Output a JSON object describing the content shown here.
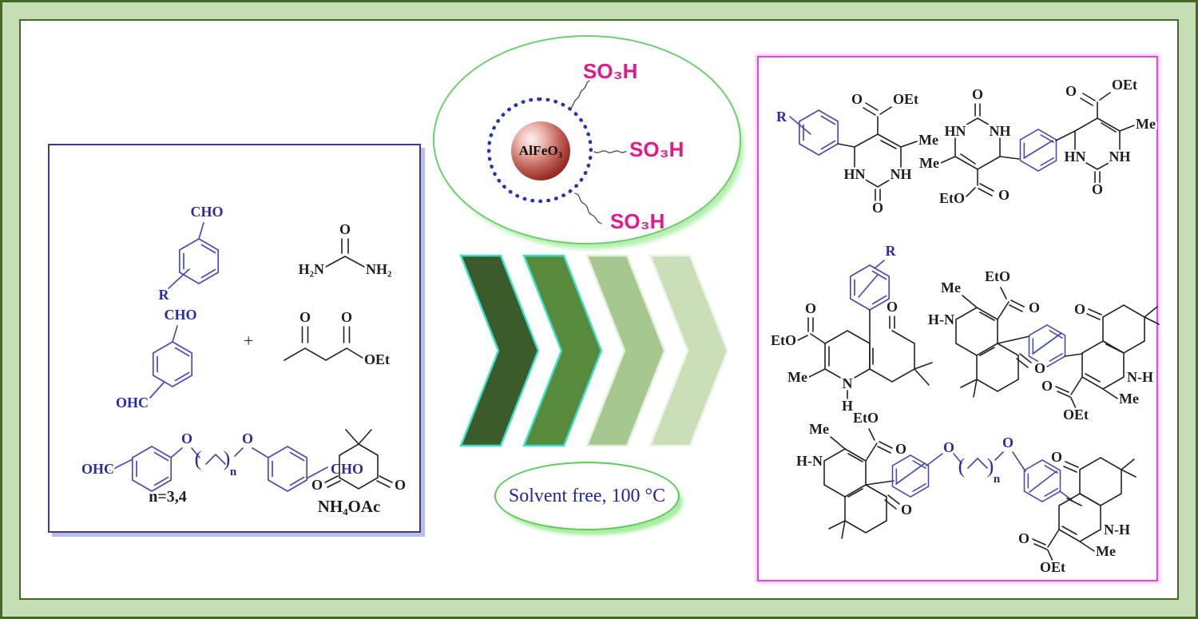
{
  "palette": {
    "frame_border": "#44682a",
    "frame_mat": "#c6deb4",
    "reactant_box_border": "#3c3c7e",
    "reactant_box_shadow": "#b9bdee",
    "product_box_border": "#cf52ce",
    "product_box_glow": "#f3c0f3",
    "catalyst_ellipse_stroke": "#6bd06b",
    "catalyst_ellipse_shadow": "#b4efae",
    "dotted_circle": "#2734b5",
    "sphere_dark": "#771713",
    "magenta_label": "#e5188a",
    "blue_structure": "#4a4ab8",
    "black_structure": "#222222",
    "condition_text": "#2424a8"
  },
  "chevrons": {
    "fills": [
      "#3b5c2a",
      "#578a3a",
      "#a6c78d",
      "#cadfb8"
    ],
    "strokes": [
      "#3fe0ca",
      "#3fe0ca",
      "#dff0da",
      "#ecf5e8"
    ]
  },
  "catalyst": {
    "core": "AlFeO₃",
    "so3h_top": "SO₃H",
    "so3h_middle": "SO₃H",
    "so3h_bottom": "SO₃H"
  },
  "condition": {
    "text": "Solvent free, 100 °C"
  },
  "reactants": {
    "aryl_aldehyde": {
      "cho": "CHO",
      "r": "R"
    },
    "urea": {
      "o": "O",
      "h2n": "H₂N",
      "nh2": "NH₂"
    },
    "plus": "+",
    "dialdehyde": {
      "cho": "CHO",
      "ohc": "OHC"
    },
    "acetoacetate": {
      "o1": "O",
      "o2": "O",
      "oet": "OEt"
    },
    "bis_aldehyde": {
      "ohc": "OHC",
      "o1": "O",
      "paren_l": "(",
      "paren_r": ")",
      "n": "n",
      "o2": "O",
      "cho": "CHO",
      "note": "n=3,4"
    },
    "dimedone": {
      "o1": "O",
      "o2": "O"
    },
    "ammonium_acetate": "NH₄OAc"
  },
  "products": {
    "dhpm": {
      "r": "R",
      "o_ester": "O",
      "oet": "OEt",
      "me": "Me",
      "hn": "HN",
      "nh": "NH",
      "o_keto": "O"
    },
    "bis_dhpm": {
      "left": {
        "o_keto": "O",
        "hn": "HN",
        "nh": "NH",
        "me": "Me",
        "eto": "EtO",
        "o_ester": "O"
      },
      "right": {
        "o_ester": "O",
        "oet": "OEt",
        "me": "Me",
        "nh": "NH",
        "hn": "HN",
        "o_keto": "O"
      }
    },
    "phq": {
      "r": "R",
      "o_keto": "O",
      "o_ester": "O",
      "eto": "EtO",
      "me": "Me",
      "n": "N",
      "h": "H"
    },
    "bis_phq": {
      "left": {
        "eto": "EtO",
        "o_ester": "O",
        "me": "Me",
        "hn": "H-N",
        "o_keto": "O"
      },
      "right": {
        "o_keto": "O",
        "nh": "N-H",
        "me": "Me",
        "o_ester": "O",
        "oet": "OEt"
      }
    },
    "bis_phq_ether": {
      "left": {
        "eto": "EtO",
        "o_ester": "O",
        "me": "Me",
        "hn": "H-N",
        "o_keto": "O"
      },
      "linker": {
        "o1": "O",
        "paren_l": "(",
        "paren_r": ")",
        "n": "n",
        "o2": "O"
      },
      "right": {
        "o_keto": "O",
        "nh": "N-H",
        "me": "Me",
        "o_ester": "O",
        "oet": "OEt"
      }
    }
  }
}
